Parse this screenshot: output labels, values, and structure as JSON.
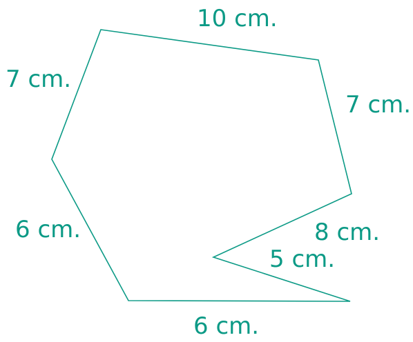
{
  "colors": {
    "accent": "#0c9a86",
    "background": "#ffffff"
  },
  "labels": {
    "top": "10 cm.",
    "upper_left": "7 cm.",
    "upper_right": "7 cm.",
    "lower_left": "6 cm.",
    "notch_upper": "8 cm.",
    "notch_lower": "5 cm.",
    "bottom": "6 cm."
  }
}
